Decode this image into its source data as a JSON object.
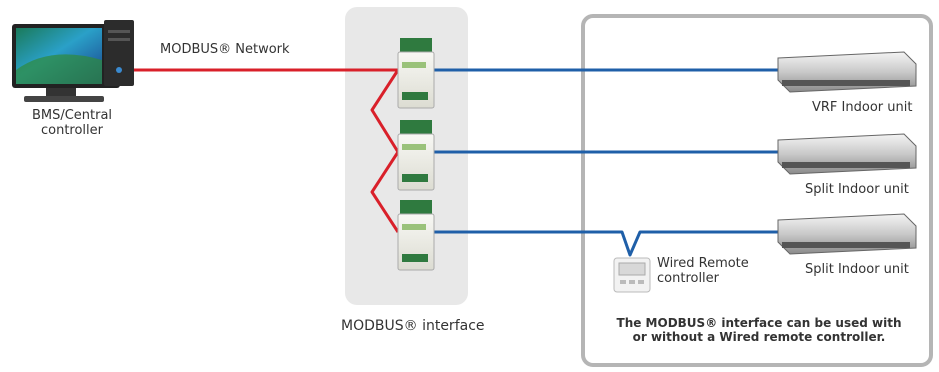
{
  "bms": {
    "label_line1": "BMS/Central",
    "label_line2": "controller"
  },
  "network": {
    "label": "MODBUS® Network",
    "line_color": "#d9202a"
  },
  "interface": {
    "label": "MODBUS® interface",
    "panel_color": "#e8e8e8"
  },
  "indoor_units": [
    {
      "label": "VRF Indoor unit"
    },
    {
      "label": "Split Indoor unit"
    },
    {
      "label": "Split Indoor unit"
    }
  ],
  "remote": {
    "label_line1": "Wired Remote",
    "label_line2": "controller"
  },
  "note": {
    "line1": "The MODBUS® interface can be used with",
    "line2": "or without a Wired remote controller."
  },
  "colors": {
    "signal_line": "#1f5fa8",
    "frame": "#b5b5b5"
  }
}
